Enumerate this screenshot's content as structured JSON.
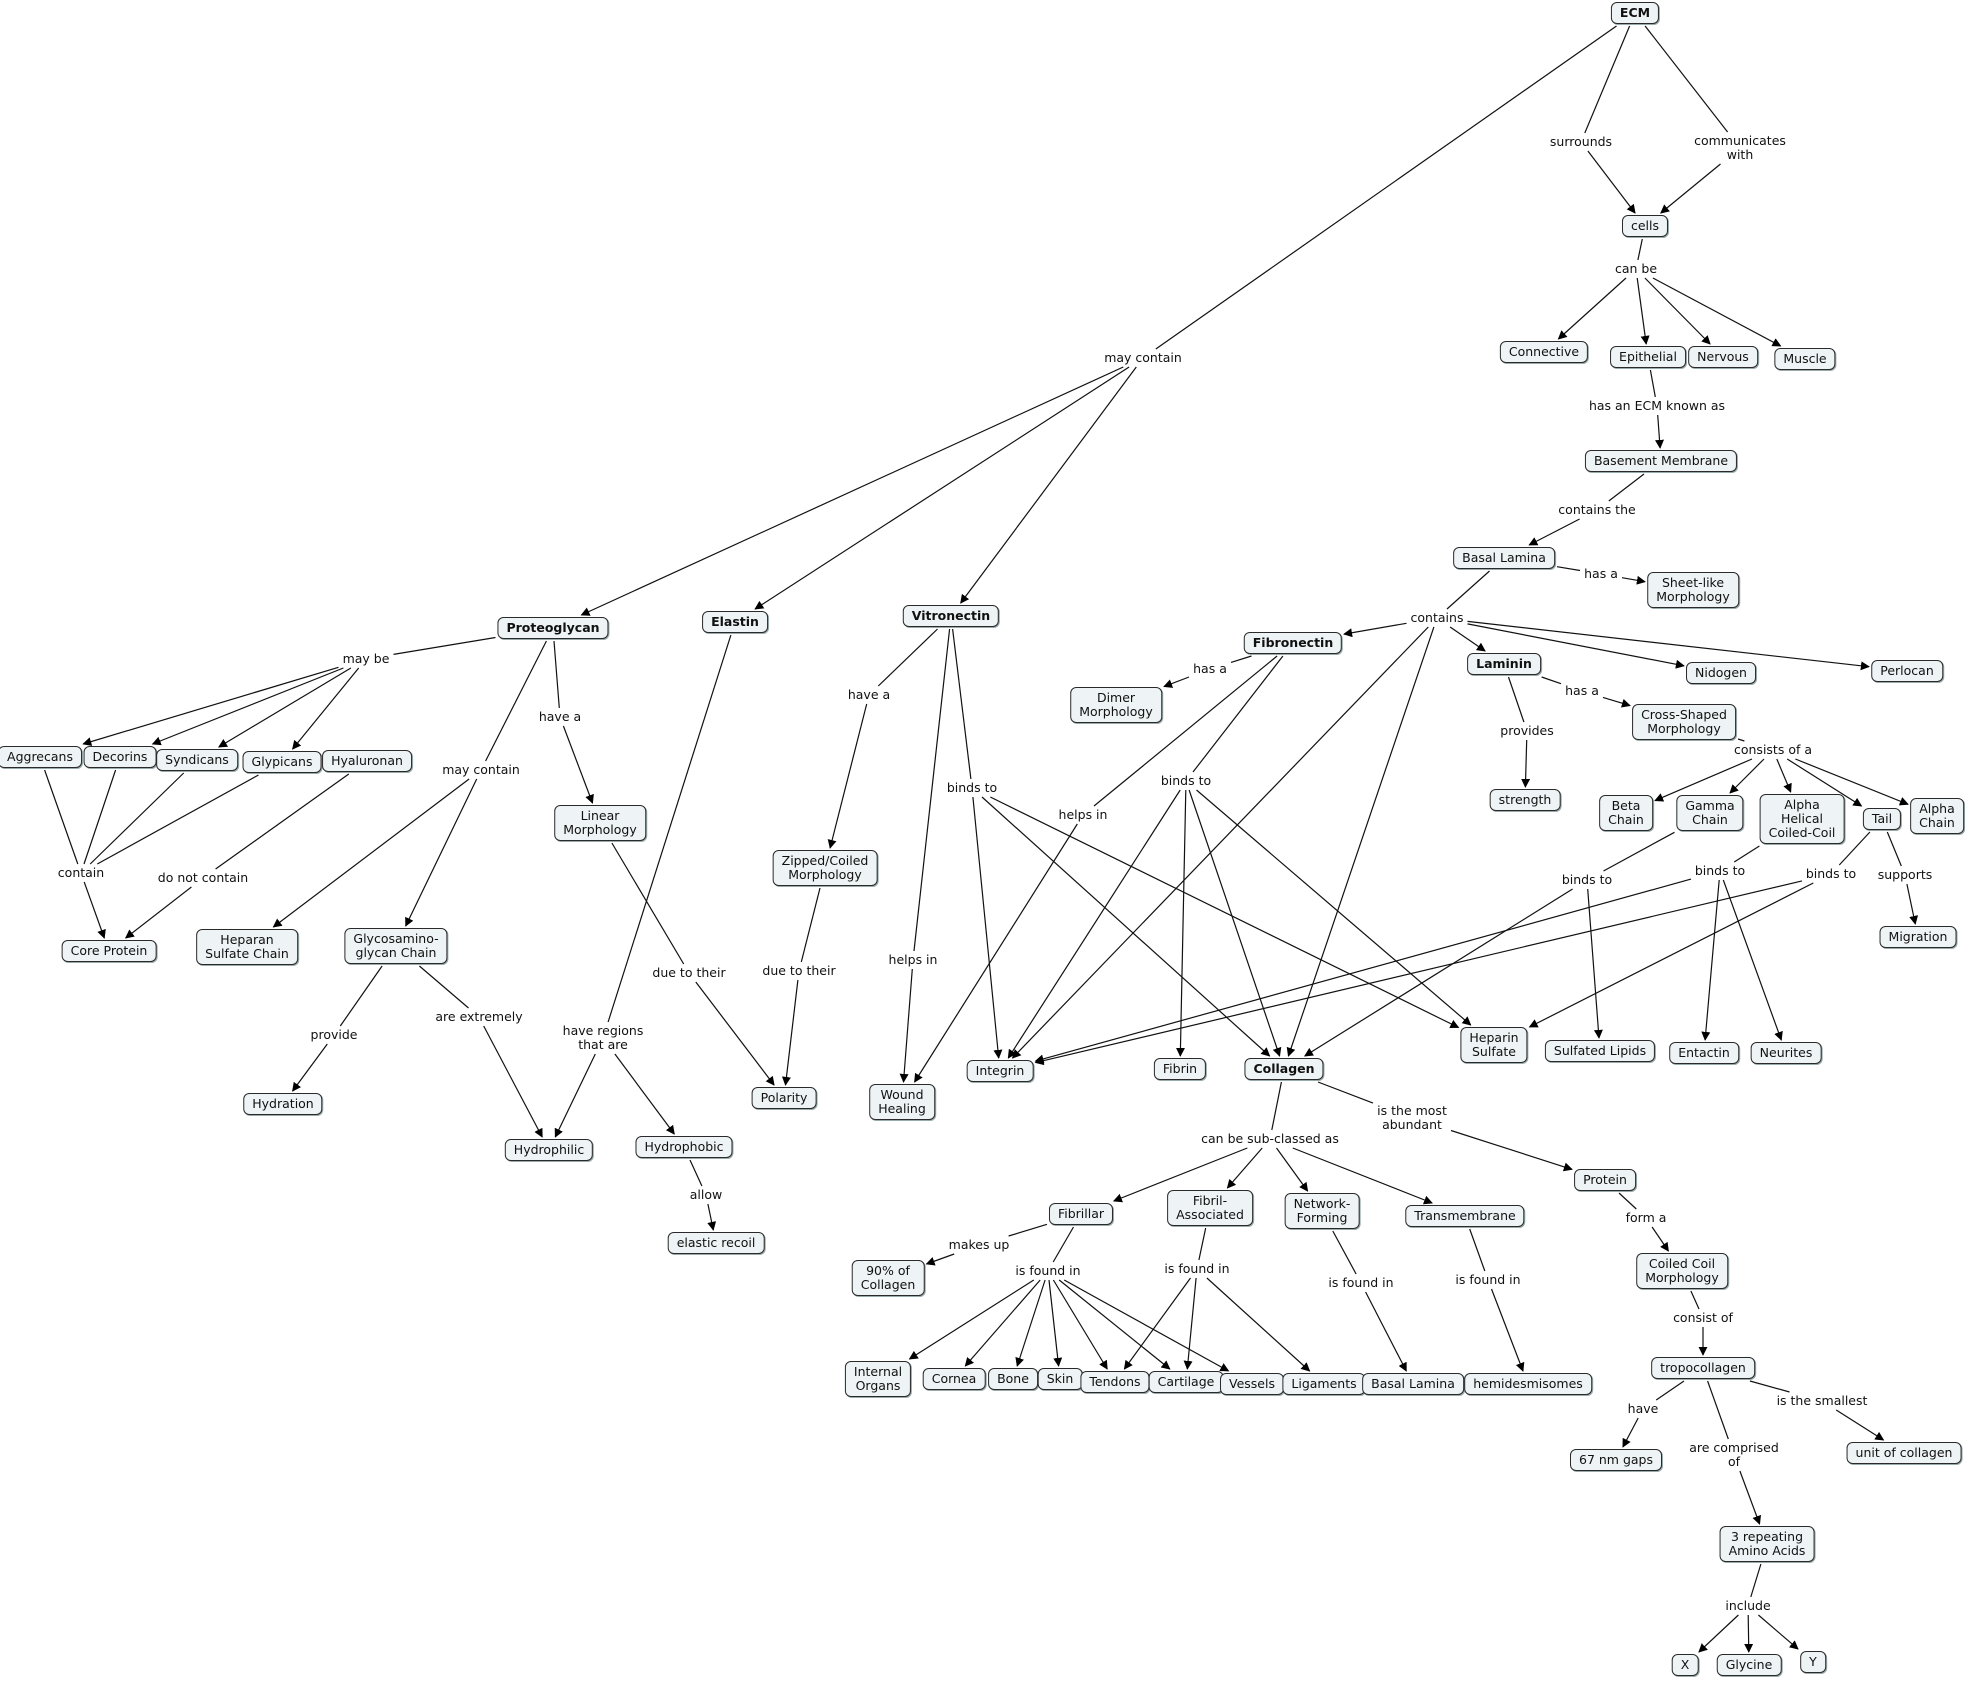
{
  "nodes": {
    "ecm": "ECM",
    "cells": "cells",
    "connective": "Connective",
    "epithelial": "Epithelial",
    "nervous": "Nervous",
    "muscle": "Muscle",
    "basement_membrane": "Basement Membrane",
    "basal_lamina": "Basal Lamina",
    "sheet_like": "Sheet-like\nMorphology",
    "fibronectin": "Fibronectin",
    "laminin": "Laminin",
    "nidogen": "Nidogen",
    "perlocan": "Perlocan",
    "dimer": "Dimer\nMorphology",
    "cross_shaped": "Cross-Shaped\nMorphology",
    "strength": "strength",
    "beta_chain": "Beta\nChain",
    "gamma_chain": "Gamma\nChain",
    "alpha_helical": "Alpha\nHelical\nCoiled-Coil",
    "tail": "Tail",
    "alpha_chain": "Alpha\nChain",
    "migration": "Migration",
    "proteoglycan": "Proteoglycan",
    "elastin": "Elastin",
    "vitronectin": "Vitronectin",
    "aggrecans": "Aggrecans",
    "decorins": "Decorins",
    "syndicans": "Syndicans",
    "glypicans": "Glypicans",
    "hyaluronan": "Hyaluronan",
    "core_protein": "Core Protein",
    "heparan_sulfate_chain": "Heparan\nSulfate Chain",
    "gag_chain": "Glycosamino-\nglycan Chain",
    "linear_morphology": "Linear\nMorphology",
    "zipped_coiled": "Zipped/Coiled\nMorphology",
    "hydration": "Hydration",
    "hydrophilic": "Hydrophilic",
    "hydrophobic": "Hydrophobic",
    "elastic_recoil": "elastic recoil",
    "polarity": "Polarity",
    "wound_healing": "Wound\nHealing",
    "integrin": "Integrin",
    "fibrin": "Fibrin",
    "collagen": "Collagen",
    "heparin_sulfate": "Heparin\nSulfate",
    "sulfated_lipids": "Sulfated Lipids",
    "entactin": "Entactin",
    "neurites": "Neurites",
    "protein": "Protein",
    "fibrillar": "Fibrillar",
    "fibril_associated": "Fibril-\nAssociated",
    "network_forming": "Network-\nForming",
    "transmembrane": "Transmembrane",
    "ninety_collagen": "90% of\nCollagen",
    "coiled_coil": "Coiled Coil\nMorphology",
    "internal_organs": "Internal\nOrgans",
    "cornea": "Cornea",
    "bone": "Bone",
    "skin": "Skin",
    "tendons": "Tendons",
    "cartilage": "Cartilage",
    "vessels": "Vessels",
    "ligaments": "Ligaments",
    "basal_lamina_2": "Basal Lamina",
    "hemidesmisomes": "hemidesmisomes",
    "tropocollagen": "tropocollagen",
    "gaps": "67 nm gaps",
    "unit_of_collagen": "unit of collagen",
    "amino_acids": "3 repeating\nAmino Acids",
    "x": "X",
    "glycine": "Glycine",
    "y": "Y"
  },
  "labels": {
    "surrounds": "surrounds",
    "communicates_with": "communicates\nwith",
    "can_be": "can be",
    "has_ecm_known_as": "has an ECM known as",
    "contains_the": "contains the",
    "has_a_sheet": "has a",
    "contains": "contains",
    "has_a_dimer": "has a",
    "has_a_cross": "has a",
    "provides": "provides",
    "consists_of_a": "consists of a",
    "binds_to_beta": "binds to",
    "binds_to_alpha": "binds to",
    "binds_to_tail": "binds to",
    "supports": "supports",
    "may_contain_top": "may contain",
    "may_be": "may be",
    "contain": "contain",
    "do_not_contain": "do not contain",
    "may_contain_pg": "may contain",
    "have_a_pg": "have a",
    "provide": "provide",
    "are_extremely": "are extremely",
    "due_to_their_pg": "due to their",
    "have_regions": "have regions\nthat are",
    "allow": "allow",
    "have_a_vn": "have a",
    "due_to_their_vn": "due to their",
    "binds_to_vn": "binds to",
    "helps_in_vn": "helps in",
    "helps_in_fn": "helps in",
    "binds_to_fn": "binds to",
    "can_be_subclassed": "can be sub-classed as",
    "most_abundant": "is the most\nabundant",
    "makes_up": "makes up",
    "is_found_in_fibrillar": "is found in",
    "is_found_in_fa": "is found in",
    "is_found_in_nf": "is found in",
    "is_found_in_tm": "is found in",
    "form_a": "form a",
    "consist_of": "consist of",
    "have_gaps": "have",
    "are_comprised_of": "are comprised\nof",
    "is_the_smallest": "is the smallest",
    "include": "include"
  }
}
